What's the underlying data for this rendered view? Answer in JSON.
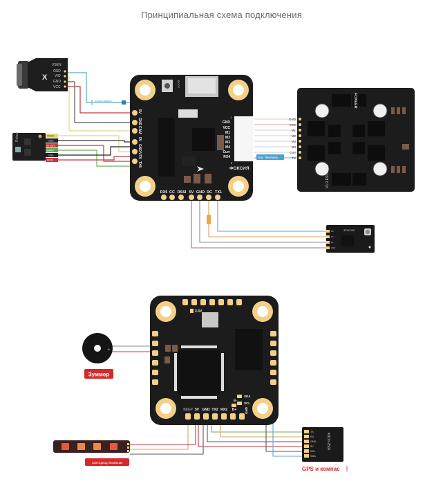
{
  "title": "Принципиальная схема подключения",
  "top_diagram": {
    "camera": {
      "logo": "X",
      "pins": [
        "VSEN",
        "OSD",
        "VIO",
        "GND",
        "VCC"
      ]
    },
    "camera_note": "Кнопка камеры",
    "vtx": {
      "name": "Rekon",
      "pins": [
        "VIDEO",
        "GND",
        "5V OUT",
        "SMART",
        "GND",
        "9V IN"
      ]
    },
    "fc": {
      "left_pins": [
        "5V",
        "GND",
        "CAM",
        "5V",
        "GND",
        "VTX",
        "TX5"
      ],
      "bottom_pins": [
        "RX5",
        "CC",
        "RSSI",
        "5V",
        "GND",
        "RC",
        "TX1"
      ],
      "right_pins": [
        "GND",
        "VCC",
        "M1",
        "M2",
        "M3",
        "M4",
        "Curr",
        "RX4"
      ],
      "connector_first": "1",
      "connector_last": "8",
      "brand": "ФОКСИЯ",
      "boot_label": "BOOT"
    },
    "esc": {
      "brand": "FOXEER",
      "model": "V1.0\nESC 1103",
      "pins": [
        "GND",
        "VCC",
        "M1",
        "M2",
        "M3",
        "M4",
        "Curr",
        "TX"
      ],
      "telemetry_label": "Esc Telemetry"
    },
    "receiver": {
      "brand": "ФОКСИР",
      "pins": [
        "RX",
        "TX",
        "5V",
        "GND"
      ]
    }
  },
  "bottom_diagram": {
    "buzzer": {
      "label": "Зуммер",
      "plus": "+"
    },
    "fc": {
      "top_label": "3.3V",
      "bottom_pins": [
        "BEEP",
        "5V",
        "GND",
        "TX2",
        "RX2",
        "B+"
      ],
      "side_labels": [
        "B-",
        "SDA",
        "SCL",
        "GND"
      ]
    },
    "led_strip": {
      "label": "Светодиод WS2812B"
    },
    "gps": {
      "label": "GPS и компас",
      "model": "M100-2500",
      "pins": [
        "TX",
        "RX",
        "GND",
        "5V",
        "SCL",
        "SDA"
      ]
    }
  },
  "colors": {
    "board": "#1c1c1c",
    "pad": "#f3cf87",
    "pad_dark": "#d8a95a",
    "wire_red": "#c8363e",
    "wire_black": "#222222",
    "wire_yellow": "#e9d08a",
    "wire_blue": "#5aa9c9",
    "wire_green": "#6dae5b",
    "wire_orange": "#d9a15e",
    "wire_gray": "#9a9a9a",
    "label_red": "#d42a2a"
  }
}
